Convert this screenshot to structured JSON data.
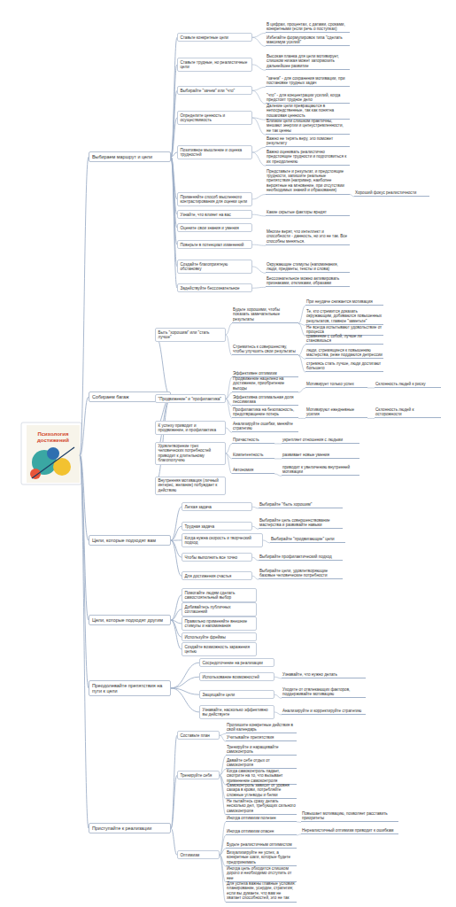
{
  "diagram": {
    "nodes": [
      {
        "text": [
          "Психология достижений"
        ]
      },
      {
        "text": [
          "Выбираем маршрут и цели"
        ]
      },
      {
        "text": [
          "Ставьте конкретные цели"
        ]
      },
      {
        "text": [
          "В цифрах, процентах, с датами, сроками, конкретными (если речь о поступках)"
        ]
      },
      {
        "text": [
          "Избегайте формулировок типа \"сделать максимум усилий\""
        ]
      },
      {
        "text": [
          "Ставьте трудные, но реалистичные цели"
        ]
      },
      {
        "text": [
          "Высокая планка для цели мотивирует, слишком низкая может затормозить дальнейшее развитие"
        ]
      },
      {
        "text": [
          "Выбирайте \"зачем\" или \"что\""
        ]
      },
      {
        "text": [
          "\"зачем\" - для сохранения мотивации, при постановке трудных задач"
        ]
      },
      {
        "text": [
          "\"что\" - для концентрации усилий, когда предстоит трудное дело"
        ]
      },
      {
        "text": [
          "Определите ценность и осуществимость"
        ]
      },
      {
        "text": [
          "Далекие цели превращаются в непосредственные, так как понятна пошаговая ценность"
        ]
      },
      {
        "text": [
          "Близкие цели слишком практичны, мешают энергии и целеустремленности, не так ценны"
        ]
      },
      {
        "text": [
          "Позитивное мышление и оценка трудностей"
        ]
      },
      {
        "text": [
          "Важно не терять веру, это поможет результату"
        ]
      },
      {
        "text": [
          "Важно оценивать реалистично предстоящие трудности и подготовиться к их преодолению"
        ]
      },
      {
        "text": [
          "Применяйте способ мысленного контрастирования для оценки цели"
        ]
      },
      {
        "text": [
          "Представьте и результат, и предстоящие трудности, запишите реальные препятствия (например, наиболее вероятные на мгновение, при отсутствии необходимых знаний и образования)"
        ]
      },
      {
        "text": [
          "Хороший фокус реалистичности"
        ]
      },
      {
        "text": [
          "Узнайте, что влияет на вас"
        ]
      },
      {
        "text": [
          "Какие скрытые факторы вредят"
        ]
      },
      {
        "text": [
          "Оцените свои знания и умения"
        ]
      },
      {
        "text": [
          "Поверьте в потенциал изменений"
        ]
      },
      {
        "text": [
          "Многие верят, что интеллект и способности - данность, но это не так. Все способны меняться."
        ]
      },
      {
        "text": [
          "Создайте благоприятную обстановку"
        ]
      },
      {
        "text": [
          "Окружающие стимулы (напоминания, люди, предметы, тексты и слова)"
        ]
      },
      {
        "text": [
          "Задействуйте бессознательное"
        ]
      },
      {
        "text": [
          "Бессознательное можно активировать признаками, откликами, образами"
        ]
      },
      {
        "text": [
          "Собираем багаж"
        ]
      },
      {
        "text": [
          "Быть \"хорошим\" или \"стать лучше\""
        ]
      },
      {
        "text": [
          "Будьте хорошими, чтобы показать замечательные результаты"
        ]
      },
      {
        "text": [
          "При неудаче снижается мотивация"
        ]
      },
      {
        "text": [
          "Те, кто стремится доказать окружающим, добиваются повышенных результатов, главное \"заметьте\""
        ]
      },
      {
        "text": [
          "Не всегда испытывают удовольствие от процесса"
        ]
      },
      {
        "text": [
          "Стремитесь к совершенству, чтобы улучшить свои результаты"
        ]
      },
      {
        "text": [
          "сравнение с собой, лучше ли становишься"
        ]
      },
      {
        "text": [
          "люди, стремящиеся к повышению мастерства, реже поддаются депрессии"
        ]
      },
      {
        "text": [
          "стремясь стать лучше, люди достигают большего"
        ]
      },
      {
        "text": [
          "\"Продвижение\" и \"профилактика\""
        ]
      },
      {
        "text": [
          "Эффективен оптимизм"
        ]
      },
      {
        "text": [
          "Продвижение нацелено на достижение, приобретение выгоды"
        ]
      },
      {
        "text": [
          "Мотивирует только успех"
        ]
      },
      {
        "text": [
          "Склонность людей к риску"
        ]
      },
      {
        "text": [
          "Эффективна оптимальная доля пессимизма"
        ]
      },
      {
        "text": [
          "Профилактика на безопасность, предотвращение потерь"
        ]
      },
      {
        "text": [
          "Мотивируют ежедневные усилия"
        ]
      },
      {
        "text": [
          "Склонность людей к осторожности"
        ]
      },
      {
        "text": [
          "К успеху приводит и продвижение, и профилактика"
        ]
      },
      {
        "text": [
          "Анализируйте ошибки, меняйте стратегию"
        ]
      },
      {
        "text": [
          "Удовлетворение трех человеческих потребностей приводит к длительному благополучию"
        ]
      },
      {
        "text": [
          "Причастность"
        ]
      },
      {
        "text": [
          "укрепляет отношения с людьми"
        ]
      },
      {
        "text": [
          "Компетентность"
        ]
      },
      {
        "text": [
          "развивает новые умения"
        ]
      },
      {
        "text": [
          "Автономия"
        ]
      },
      {
        "text": [
          "приводит к увеличению внутренней мотивации"
        ]
      },
      {
        "text": [
          "Внутренняя мотивация (личный интерес, желание) побуждает к действию"
        ]
      },
      {
        "text": [
          "Цели, которые подходят вам"
        ]
      },
      {
        "text": [
          "Легкая задача"
        ]
      },
      {
        "text": [
          "Выбирайте \"быть хорошим\""
        ]
      },
      {
        "text": [
          "Трудная задача"
        ]
      },
      {
        "text": [
          "Выбирайте цель совершенствование мастерства и развивайте навыки"
        ]
      },
      {
        "text": [
          "Когда нужна скорость и творческий подход"
        ]
      },
      {
        "text": [
          "Выбирайте \"продвигающие\" цели"
        ]
      },
      {
        "text": [
          "Чтобы выполнить все точно"
        ]
      },
      {
        "text": [
          "Выбирайте профилактический подход"
        ]
      },
      {
        "text": [
          "Для достижения счастья"
        ]
      },
      {
        "text": [
          "Выбирайте цели, удовлетворяющие базовые человеческие потребности"
        ]
      },
      {
        "text": [
          "Цели, которые подходят другим"
        ]
      },
      {
        "text": [
          "Помогайте людям сделать самостоятельный выбор"
        ]
      },
      {
        "text": [
          "Добивайтесь публичных соглашений"
        ]
      },
      {
        "text": [
          "Правильно применяйте внешние стимулы и напоминания"
        ]
      },
      {
        "text": [
          "Используйте фреймы"
        ]
      },
      {
        "text": [
          "Создайте возможность заражения целью"
        ]
      },
      {
        "text": [
          "Преодолевайте препятствия на пути к цели"
        ]
      },
      {
        "text": [
          "Сосредоточение на реализации"
        ]
      },
      {
        "text": [
          "Использование возможностей"
        ]
      },
      {
        "text": [
          "Узнавайте, что нужно делать"
        ]
      },
      {
        "text": [
          "Защищайте цели"
        ]
      },
      {
        "text": [
          "Уходите от отвлекающих факторов, поддерживайте мотивацию"
        ]
      },
      {
        "text": [
          "Узнавайте, насколько эффективно вы действуете"
        ]
      },
      {
        "text": [
          "Анализируйте и корректируйте стратегию"
        ]
      },
      {
        "text": [
          "Приступайте к реализации"
        ]
      },
      {
        "text": [
          "Составьте план"
        ]
      },
      {
        "text": [
          "Пропишите конкретные действия в свой календарь"
        ]
      },
      {
        "text": [
          "Учитывайте препятствия"
        ]
      },
      {
        "text": [
          "Тренируйте себя"
        ]
      },
      {
        "text": [
          "Тренируйте и наращивайте самоконтроль"
        ]
      },
      {
        "text": [
          "Давайте себе отдых от самоконтроля"
        ]
      },
      {
        "text": [
          "Когда самоконтроль падает, смотрите на то, что вызывает применение самоконтроля"
        ]
      },
      {
        "text": [
          "Самоконтроль зависит от уровня сахара в крови, потребляйте сложные углеводы и белки"
        ]
      },
      {
        "text": [
          "Не пытайтесь сразу делать несколько дел, требующих сильного самоконтроля"
        ]
      },
      {
        "text": [
          "Оптимизм"
        ]
      },
      {
        "text": [
          "Иногда оптимизм полезен"
        ]
      },
      {
        "text": [
          "Повышает мотивацию, позволяет расставить приоритеты"
        ]
      },
      {
        "text": [
          "Иногда оптимизм опасен"
        ]
      },
      {
        "text": [
          "Нереалистичный оптимизм приводит к ошибкам"
        ]
      },
      {
        "text": [
          "Будьте реалистичным оптимистом"
        ]
      },
      {
        "text": [
          "Визуализируйте не успех, а конкретные шаги, которые будете предпринимать"
        ]
      },
      {
        "text": [
          "Иногда цель обходится слишком дорого и необходимо отступить от нее"
        ]
      },
      {
        "text": [
          "Для успеха важны главные условия: планирование, усердие, стратегия; если вы думаете, что вам не хватает способностей, это не так"
        ]
      }
    ],
    "edges": [
      {
        "from": 0,
        "to": 1,
        "arrow": "none"
      },
      {
        "from": 0,
        "to": 28,
        "arrow": "none"
      },
      {
        "from": 0,
        "to": 57,
        "arrow": "none"
      },
      {
        "from": 0,
        "to": 68,
        "arrow": "none"
      },
      {
        "from": 0,
        "to": 74,
        "arrow": "none"
      },
      {
        "from": 0,
        "to": 82,
        "arrow": "none"
      },
      {
        "from": 1,
        "to": 2,
        "arrow": "none"
      },
      {
        "from": 1,
        "to": 5,
        "arrow": "none"
      },
      {
        "from": 1,
        "to": 7,
        "arrow": "none"
      },
      {
        "from": 1,
        "to": 10,
        "arrow": "none"
      },
      {
        "from": 1,
        "to": 13,
        "arrow": "none"
      },
      {
        "from": 1,
        "to": 16,
        "arrow": "none"
      },
      {
        "from": 1,
        "to": 19,
        "arrow": "none"
      },
      {
        "from": 1,
        "to": 21,
        "arrow": "none"
      },
      {
        "from": 1,
        "to": 22,
        "arrow": "none"
      },
      {
        "from": 1,
        "to": 24,
        "arrow": "none"
      },
      {
        "from": 1,
        "to": 26,
        "arrow": "none"
      },
      {
        "from": 2,
        "to": 3,
        "arrow": "none"
      },
      {
        "from": 2,
        "to": 4,
        "arrow": "none"
      },
      {
        "from": 5,
        "to": 6,
        "arrow": "none"
      },
      {
        "from": 7,
        "to": 8,
        "arrow": "none"
      },
      {
        "from": 7,
        "to": 9,
        "arrow": "none"
      },
      {
        "from": 10,
        "to": 11,
        "arrow": "none"
      },
      {
        "from": 10,
        "to": 12,
        "arrow": "none"
      },
      {
        "from": 13,
        "to": 14,
        "arrow": "none"
      },
      {
        "from": 13,
        "to": 15,
        "arrow": "none"
      },
      {
        "from": 16,
        "to": 17,
        "arrow": "none"
      },
      {
        "from": 17,
        "to": 18,
        "arrow": "none"
      },
      {
        "from": 19,
        "to": 20,
        "arrow": "none"
      },
      {
        "from": 22,
        "to": 23,
        "arrow": "none"
      },
      {
        "from": 24,
        "to": 25,
        "arrow": "none"
      },
      {
        "from": 26,
        "to": 27,
        "arrow": "none"
      },
      {
        "from": 28,
        "to": 29,
        "arrow": "none"
      },
      {
        "from": 28,
        "to": 38,
        "arrow": "none"
      },
      {
        "from": 28,
        "to": 47,
        "arrow": "none"
      },
      {
        "from": 28,
        "to": 49,
        "arrow": "none"
      },
      {
        "from": 28,
        "to": 56,
        "arrow": "none"
      },
      {
        "from": 29,
        "to": 30,
        "arrow": "none"
      },
      {
        "from": 29,
        "to": 34,
        "arrow": "none"
      },
      {
        "from": 30,
        "to": 31,
        "arrow": "none"
      },
      {
        "from": 30,
        "to": 32,
        "arrow": "none"
      },
      {
        "from": 30,
        "to": 33,
        "arrow": "none"
      },
      {
        "from": 34,
        "to": 35,
        "arrow": "none"
      },
      {
        "from": 34,
        "to": 36,
        "arrow": "none"
      },
      {
        "from": 34,
        "to": 37,
        "arrow": "none"
      },
      {
        "from": 38,
        "to": 39,
        "arrow": "none"
      },
      {
        "from": 38,
        "to": 40,
        "arrow": "none"
      },
      {
        "from": 40,
        "to": 41,
        "arrow": "none"
      },
      {
        "from": 41,
        "to": 42,
        "arrow": "none"
      },
      {
        "from": 38,
        "to": 43,
        "arrow": "none"
      },
      {
        "from": 38,
        "to": 44,
        "arrow": "none"
      },
      {
        "from": 44,
        "to": 45,
        "arrow": "none"
      },
      {
        "from": 45,
        "to": 46,
        "arrow": "none"
      },
      {
        "from": 47,
        "to": 48,
        "arrow": "none"
      },
      {
        "from": 49,
        "to": 50,
        "arrow": "none"
      },
      {
        "from": 49,
        "to": 52,
        "arrow": "none"
      },
      {
        "from": 49,
        "to": 54,
        "arrow": "none"
      },
      {
        "from": 50,
        "to": 51,
        "arrow": "none"
      },
      {
        "from": 52,
        "to": 53,
        "arrow": "none"
      },
      {
        "from": 54,
        "to": 55,
        "arrow": "none"
      },
      {
        "from": 57,
        "to": 58,
        "arrow": "none"
      },
      {
        "from": 57,
        "to": 60,
        "arrow": "none"
      },
      {
        "from": 57,
        "to": 62,
        "arrow": "none"
      },
      {
        "from": 57,
        "to": 64,
        "arrow": "none"
      },
      {
        "from": 57,
        "to": 66,
        "arrow": "none"
      },
      {
        "from": 58,
        "to": 59,
        "arrow": "none"
      },
      {
        "from": 60,
        "to": 61,
        "arrow": "none"
      },
      {
        "from": 62,
        "to": 63,
        "arrow": "none"
      },
      {
        "from": 64,
        "to": 65,
        "arrow": "none"
      },
      {
        "from": 66,
        "to": 67,
        "arrow": "none"
      },
      {
        "from": 68,
        "to": 69,
        "arrow": "none"
      },
      {
        "from": 68,
        "to": 70,
        "arrow": "none"
      },
      {
        "from": 68,
        "to": 71,
        "arrow": "none"
      },
      {
        "from": 68,
        "to": 72,
        "arrow": "none"
      },
      {
        "from": 68,
        "to": 73,
        "arrow": "none"
      },
      {
        "from": 74,
        "to": 75,
        "arrow": "none"
      },
      {
        "from": 74,
        "to": 76,
        "arrow": "none"
      },
      {
        "from": 74,
        "to": 78,
        "arrow": "none"
      },
      {
        "from": 74,
        "to": 80,
        "arrow": "none"
      },
      {
        "from": 76,
        "to": 77,
        "arrow": "none"
      },
      {
        "from": 78,
        "to": 79,
        "arrow": "none"
      },
      {
        "from": 80,
        "to": 81,
        "arrow": "none"
      },
      {
        "from": 82,
        "to": 83,
        "arrow": "none"
      },
      {
        "from": 82,
        "to": 86,
        "arrow": "none"
      },
      {
        "from": 82,
        "to": 92,
        "arrow": "none"
      },
      {
        "from": 83,
        "to": 84,
        "arrow": "none"
      },
      {
        "from": 83,
        "to": 85,
        "arrow": "none"
      },
      {
        "from": 86,
        "to": 87,
        "arrow": "none"
      },
      {
        "from": 86,
        "to": 88,
        "arrow": "none"
      },
      {
        "from": 86,
        "to": 89,
        "arrow": "none"
      },
      {
        "from": 86,
        "to": 90,
        "arrow": "none"
      },
      {
        "from": 86,
        "to": 91,
        "arrow": "none"
      },
      {
        "from": 92,
        "to": 93,
        "arrow": "none"
      },
      {
        "from": 92,
        "to": 95,
        "arrow": "none"
      },
      {
        "from": 92,
        "to": 97,
        "arrow": "none"
      },
      {
        "from": 92,
        "to": 98,
        "arrow": "none"
      },
      {
        "from": 92,
        "to": 99,
        "arrow": "none"
      },
      {
        "from": 92,
        "to": 100,
        "arrow": "none"
      },
      {
        "from": 93,
        "to": 94,
        "arrow": "none"
      },
      {
        "from": 95,
        "to": 96,
        "arrow": "none"
      }
    ]
  }
}
